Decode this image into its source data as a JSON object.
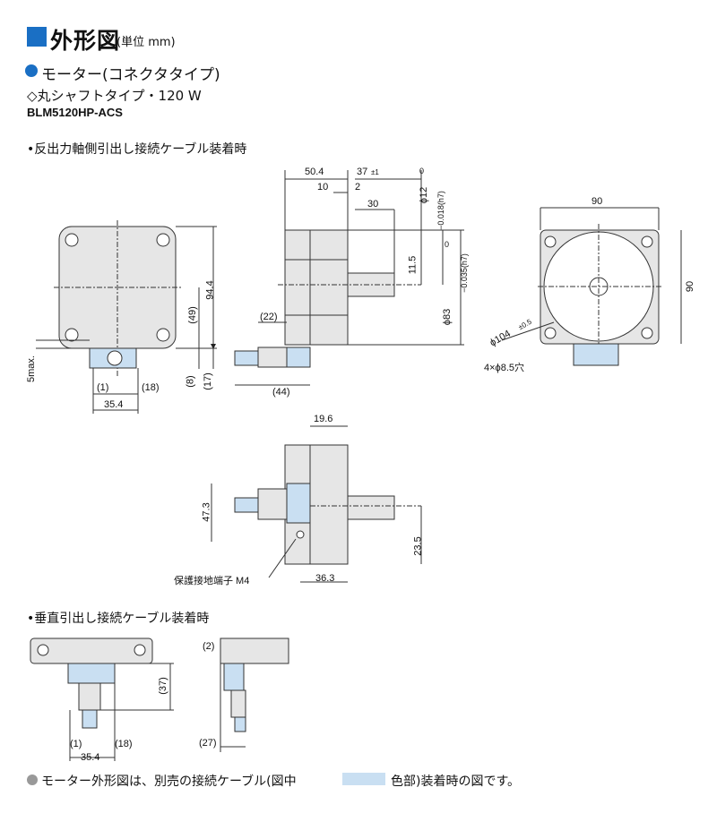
{
  "header": {
    "title": "外形図",
    "unit": "(単位 mm)"
  },
  "product": {
    "type": "モーター(コネクタタイプ)",
    "variant": "◇丸シャフトタイプ・120 W",
    "model": "BLM5120HP-ACS"
  },
  "sections": {
    "side": "•反出力軸側引出し接続ケーブル装着時",
    "vertical": "•垂直引出し接続ケーブル装着時"
  },
  "dims": {
    "d94_4": "94.4",
    "d49": "(49)",
    "d5max": "5max.",
    "d1a": "(1)",
    "d18a": "(18)",
    "d35_4a": "35.4",
    "d8": "(8)",
    "d17": "(17)",
    "d50_4": "50.4",
    "d37": "37",
    "d37tol": "±1",
    "d10": "10",
    "d2": "2",
    "d30": "30",
    "d22": "(22)",
    "d44": "(44)",
    "d11_5": "11.5",
    "phi12": "ϕ12",
    "phi12tol": "−0.018(h7)",
    "phi12top": "0",
    "phi83": "ϕ83",
    "phi83tol": "−0.035(h7)",
    "phi83top": "0",
    "d90w": "90",
    "d90h": "90",
    "phi104": "ϕ104",
    "phi104tol": "±0.5",
    "holes": "4×ϕ8.5穴",
    "d19_6": "19.6",
    "d47_3": "47.3",
    "d23_5": "23.5",
    "d36_3": "36.3",
    "ground": "保護接地端子 M4",
    "d37v": "(37)",
    "d1b": "(1)",
    "d18b": "(18)",
    "d35_4b": "35.4",
    "d2v": "(2)",
    "d27": "(27)"
  },
  "footer": {
    "note": "モーター外形図は、別売の接続ケーブル(図中",
    "note2": "色部)装着時の図です。"
  },
  "colors": {
    "accent": "#1a6fc4",
    "body": "#e6e6e6",
    "cable": "#c9dff2"
  }
}
